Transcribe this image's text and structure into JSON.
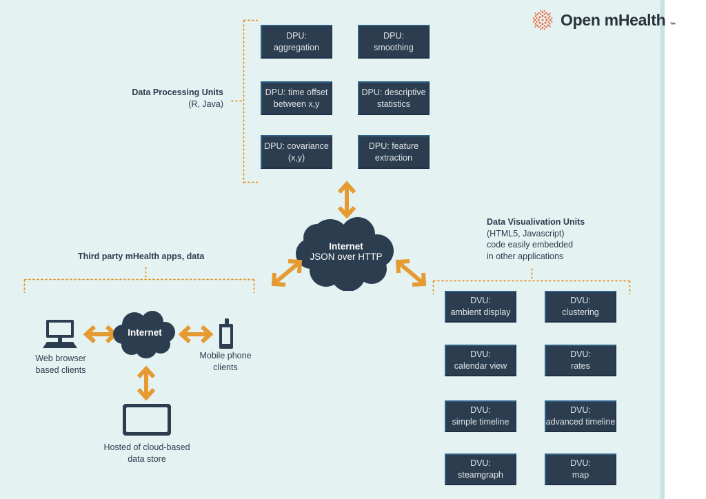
{
  "colors": {
    "background": "#e4f2f1",
    "background_edge": "#c5e3e4",
    "box_fill": "#2b3d4f",
    "box_text": "#dfe3e6",
    "accent_orange": "#e59a32",
    "logo_orange": "#e8663c",
    "text_dark": "#2b3d4f"
  },
  "logo": {
    "mark_name": "open-mhealth-dot-burst-logo",
    "text": "Open mHealth",
    "trademark": "™"
  },
  "processing": {
    "label_title": "Data Processing Units",
    "label_sub": "(R, Java)",
    "units": [
      {
        "line1": "DPU:",
        "line2": "aggregation"
      },
      {
        "line1": "DPU:",
        "line2": "smoothing"
      },
      {
        "line1": "DPU: time offset",
        "line2": "between x,y"
      },
      {
        "line1": "DPU: descriptive",
        "line2": "statistics"
      },
      {
        "line1": "DPU: covariance",
        "line2": "(x,y)"
      },
      {
        "line1": "DPU: feature",
        "line2": "extraction"
      }
    ]
  },
  "visualization": {
    "label_title": "Data Visualivation Units",
    "label_line2": "(HTML5, Javascript)",
    "label_line3": "code easily embedded",
    "label_line4": "in other applications",
    "units": [
      {
        "line1": "DVU:",
        "line2": "ambient display"
      },
      {
        "line1": "DVU:",
        "line2": "clustering"
      },
      {
        "line1": "DVU:",
        "line2": "calendar view"
      },
      {
        "line1": "DVU:",
        "line2": "rates"
      },
      {
        "line1": "DVU:",
        "line2": "simple timeline"
      },
      {
        "line1": "DVU:",
        "line2": "advanced timeline"
      },
      {
        "line1": "DVU:",
        "line2": "steamgraph"
      },
      {
        "line1": "DVU:",
        "line2": "map"
      }
    ]
  },
  "center_cloud": {
    "line1": "Internet",
    "line2": "JSON over HTTP"
  },
  "third_party": {
    "label": "Third party mHealth apps, data",
    "cloud_label": "Internet",
    "web_client_caption_1": "Web browser",
    "web_client_caption_2": "based clients",
    "mobile_caption_1": "Mobile phone",
    "mobile_caption_2": "clients",
    "datastore_caption_1": "Hosted of cloud-based",
    "datastore_caption_2": "data store"
  }
}
